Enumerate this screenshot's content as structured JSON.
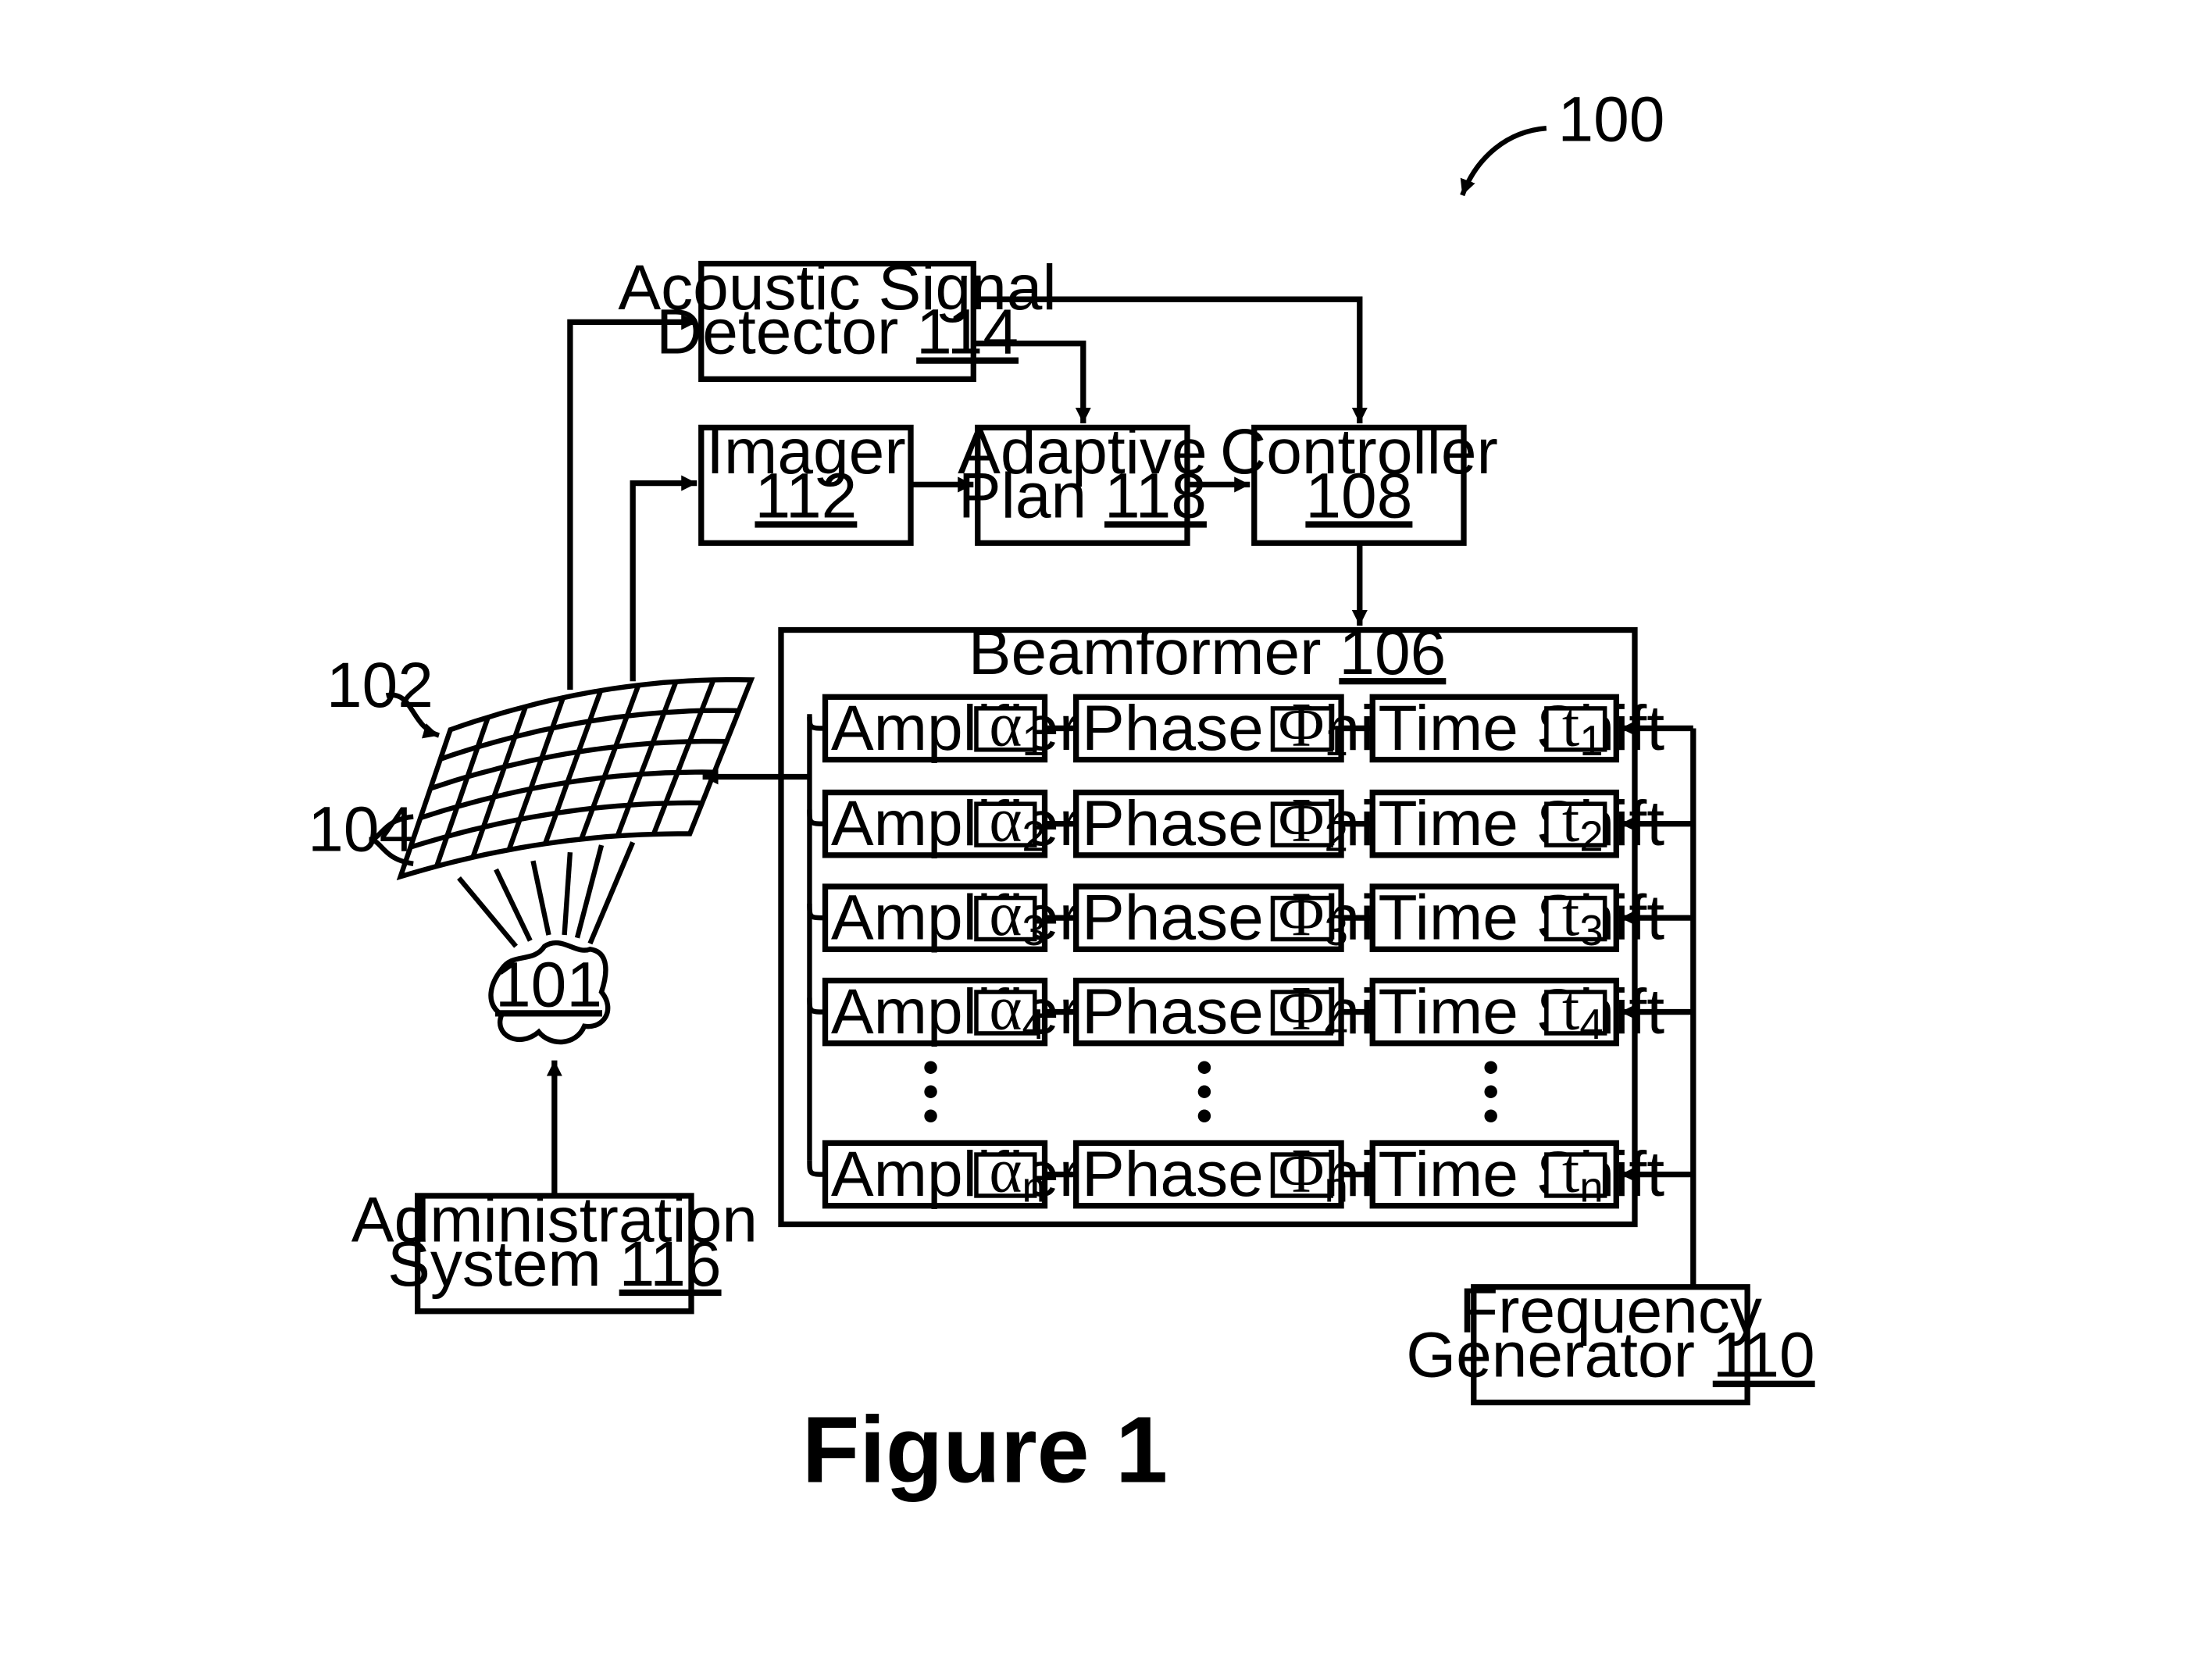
{
  "figure_ref": "100",
  "array_ref": "102",
  "element_ref": "104",
  "target_ref": "101",
  "blocks": {
    "detector": {
      "line1": "Acoustic Signal",
      "line2_text": "Detector ",
      "ref": "114"
    },
    "imager": {
      "line1": "Imager",
      "ref": "112"
    },
    "adaptive": {
      "line1": "Adaptive",
      "line2_text": "Plan ",
      "ref": "118"
    },
    "controller": {
      "line1": "Controller",
      "ref": "108"
    },
    "beamformer": {
      "title_text": "Beamformer ",
      "ref": "106"
    },
    "admin": {
      "line1": "Administration",
      "line2_text": "System ",
      "ref": "116"
    },
    "freqgen": {
      "line1": "Frequency",
      "line2_text": "Generator ",
      "ref": "110"
    }
  },
  "channel_labels": {
    "amp": "Amplifier",
    "phase": "Phase Shift",
    "time": "Time Shift"
  },
  "channel_symbols": {
    "amp": "α",
    "phase": "Φ",
    "time": "t"
  },
  "channels": [
    {
      "sub": "1"
    },
    {
      "sub": "2"
    },
    {
      "sub": "3"
    },
    {
      "sub": "4"
    },
    {
      "sub": "n"
    }
  ],
  "caption": "Figure 1"
}
